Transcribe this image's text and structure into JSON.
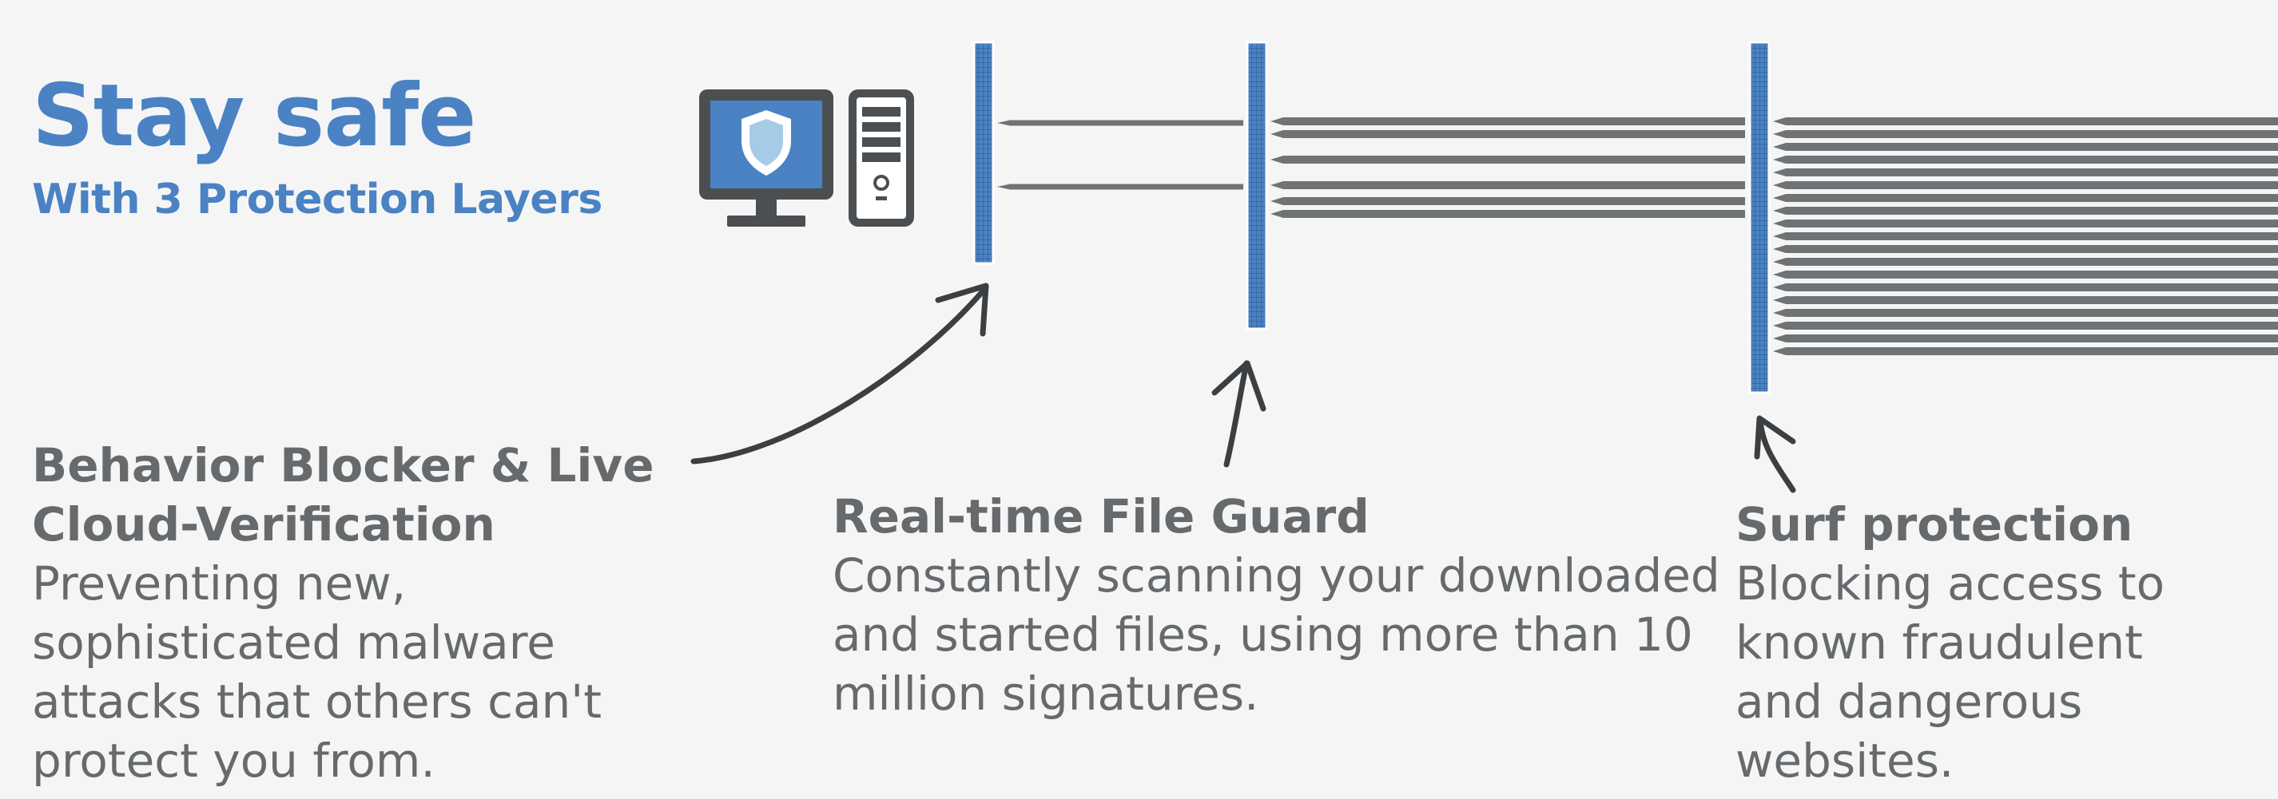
{
  "heading": {
    "title": "Stay safe",
    "subtitle": "With 3 Protection Layers"
  },
  "layers": [
    {
      "title": "Behavior Blocker & Live Cloud-Verification",
      "description": "Preventing new, sophisticated malware attacks that others can't protect you from."
    },
    {
      "title": "Real-time File Guard",
      "description": "Constantly scanning your downloaded and started files, using more than 10 million signatures."
    },
    {
      "title": "Surf protection",
      "description": "Blocking access to known fraudulent and dangerous websites."
    }
  ],
  "colors": {
    "brand_blue": "#4a82c3",
    "text_gray": "#666a6d",
    "arrow_gray": "#6f7375",
    "background": "#f5f5f5"
  },
  "icons": [
    "computer-shield-icon",
    "pc-tower-icon"
  ]
}
